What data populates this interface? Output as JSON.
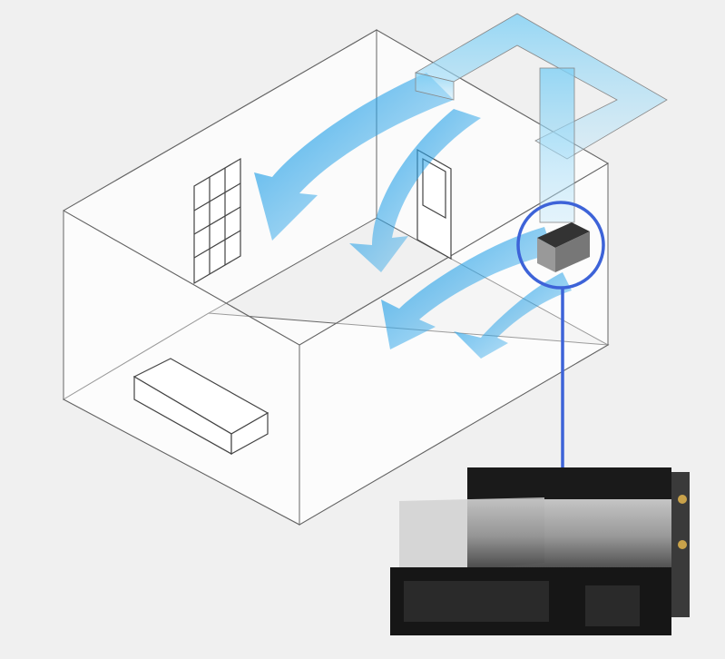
{
  "illustration": {
    "subject": "ducted-air-conditioner-room-diagram",
    "colors": {
      "background": "#f0f0f0",
      "airflow": "#2aa3e8",
      "highlight": "#3d63d8",
      "outline": "#555555",
      "unit_body": "#1a1a1a"
    },
    "icons": [
      "room-outline",
      "window-icon",
      "door-icon",
      "sofa-icon",
      "air-duct",
      "airflow-arrow",
      "indoor-unit",
      "highlight-circle"
    ]
  }
}
